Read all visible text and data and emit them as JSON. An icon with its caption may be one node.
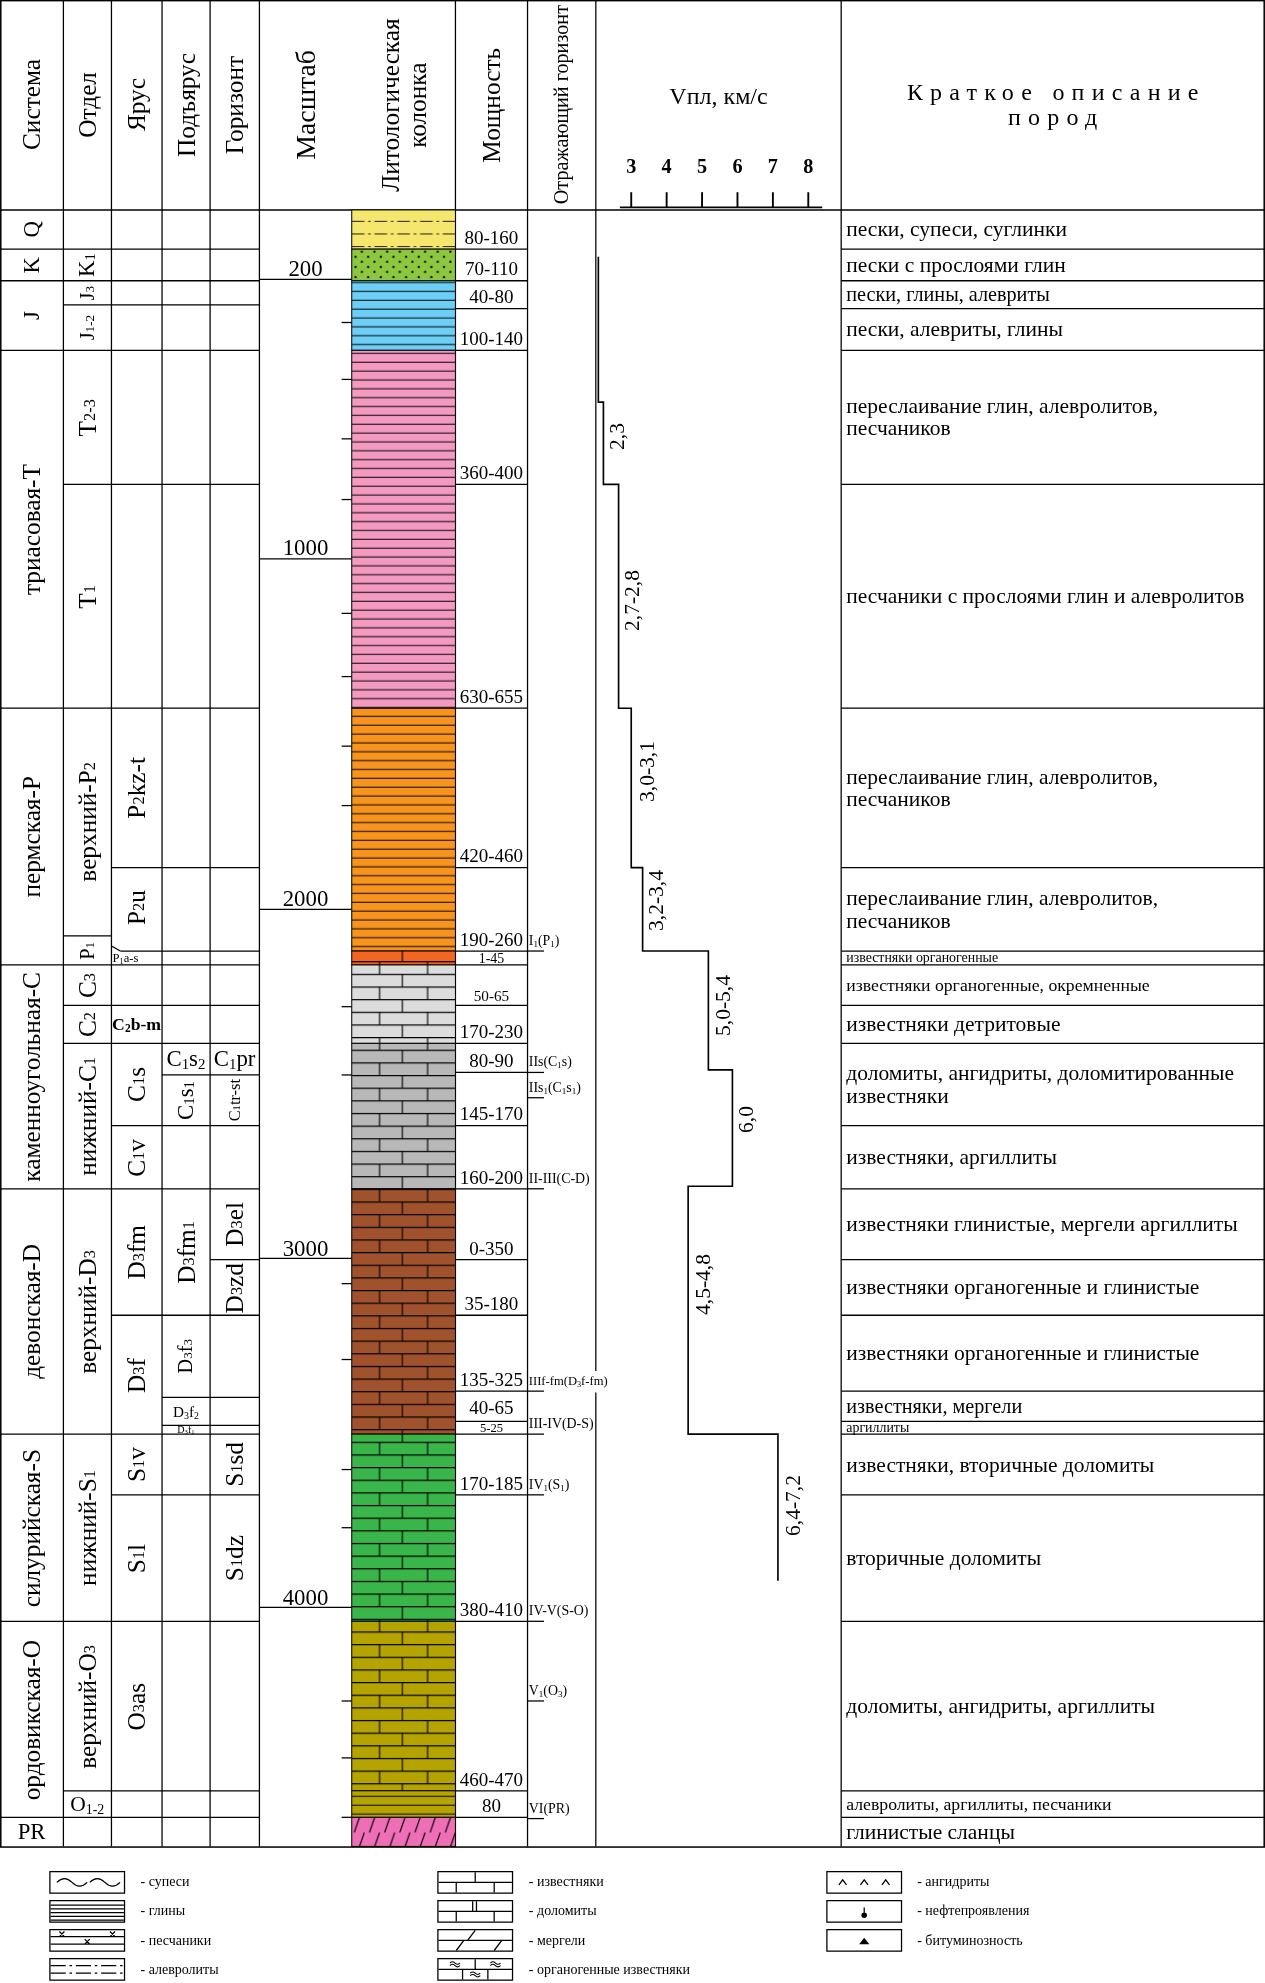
{
  "diagram": {
    "labels": [
      "Система",
      "Отдел",
      "Ярус",
      "Подъярус",
      "Горизонт",
      "Масштаб",
      "Литологическая колонка",
      "Мощность",
      "Отражающий горизонт",
      "Vпл, км/с",
      "3",
      "4",
      "5",
      "6",
      "7",
      "8",
      "Краткое описание пород",
      "Q",
      "80-160",
      "пески, супеси, суглинки",
      "K",
      "K$_{1}$",
      "200",
      "70-110",
      "пески с прослоями глин",
      "J",
      "J$_{3}$",
      "40-80",
      "пески, глины, алевриты",
      "J$_{1-2}$",
      "100-140",
      "пески, алевриты, глины",
      "триасовая-T",
      "T$_{2-3}$",
      "переслаивание глин, алевролитов, песчаников",
      "2,3",
      "360-400",
      "T$_{1}$",
      "1000",
      "песчаники с прослоями глин и алевролитов",
      "2,7-2,8",
      "630-655",
      "пермская-P",
      "верхний-P$_{2}$",
      "P$_{2}$kz-t",
      "переслаивание глин, алевролитов, песчаников",
      "3,0-3,1",
      "420-460",
      "P$_{2}$u",
      "2000",
      "переслаивание глин, алевролитов, песчаников",
      "3,2-3,4",
      "190-260",
      "I$_{1}$(P$_{1}$)",
      "P$_{1}$",
      "P$_{1}$a-s",
      "1-45",
      "известняки органогенные",
      "каменноугольная-C",
      "C$_{3}$",
      "50-65",
      "известняки органогенные, окремненные",
      "5,0-5,4",
      "C$_{2}$",
      "C$_{2}$b-m",
      "170-230",
      "известняки детритовые",
      "нижний-C$_{1}$",
      "C$_{1}$s",
      "C$_{1}$s$_{2}$",
      "C$_{1}$pr",
      "80-90",
      "IIs(C$_{1}$s)",
      "C$_{1}$s$_{1}$",
      "C$_{1}$tr-st",
      "IIs$_{1}$(C$_{1}$s$_{1}$)",
      "145-170",
      "6,0",
      "доломиты, ангидриты, доломитированные известняки",
      "C$_{1}$v",
      "160-200",
      "II-III(C-D)",
      "известняки, аргиллиты",
      "девонская-D",
      "верхний-D$_{3}$",
      "D$_{3}$fm",
      "D$_{3}$fm$_{1}$",
      "D$_{3}$el",
      "известняки глинистые, мергели аргиллиты",
      "3000",
      "0-350",
      "D$_{3}$zd",
      "35-180",
      "4,5-4,8",
      "известняки органогенные и глинистые",
      "D$_{3}$f",
      "D$_{3}$f$_{3}$",
      "известняки органогенные и глинистые",
      "135-325",
      "IIIf-fm(D$_{3}$f-fm)",
      "D$_{3}$f$_{2}$",
      "40-65",
      "известняки, мергели",
      "D$_{3}$f$_{1}$",
      "5-25",
      "III-IV(D-S)",
      "аргиллиты",
      "силурийская-S",
      "нижний-S$_{1}$",
      "S$_{1}$v",
      "S$_{1}$sd",
      "известняки, вторичные доломиты",
      "170-185",
      "IV$_{1}$(S$_{1}$)",
      "6,4-7,2",
      "S$_{1}$l",
      "S$_{1}$dz",
      "вторичные доломиты",
      "4000",
      "380-410",
      "IV-V(S-O)",
      "ордовикская-O",
      "верхний-O$_{3}$",
      "O$_{3}$as",
      "V$_{1}$(O$_{3}$)",
      "доломиты, ангидриты, аргиллиты",
      "460-470",
      "O$_{1-2}$",
      "80",
      "VI(PR)",
      "алевролиты, аргиллиты, песчаники",
      "PR",
      "глинистые сланцы"
    ],
    "legend": [
      {
        "text": "- супеси"
      },
      {
        "text": "- глины"
      },
      {
        "text": "- песчаники"
      },
      {
        "text": "- алевролиты"
      },
      {
        "text": "- известняки"
      },
      {
        "text": "- доломиты"
      },
      {
        "text": "- мергели"
      },
      {
        "text": "- органогенные известняки"
      },
      {
        "text": "- ангидриты"
      },
      {
        "text": "- нефтепроявления"
      },
      {
        "text": "- битуминозность"
      }
    ]
  }
}
